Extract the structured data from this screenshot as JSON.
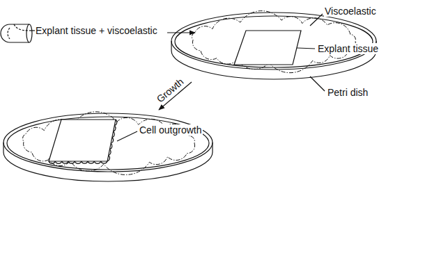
{
  "diagram": {
    "labels": [
      "Explant tissue + viscoelastic",
      "Viscoelastic",
      "Explant tissue",
      "Petri dish",
      "Growth",
      "Cell outgrowth"
    ]
  }
}
